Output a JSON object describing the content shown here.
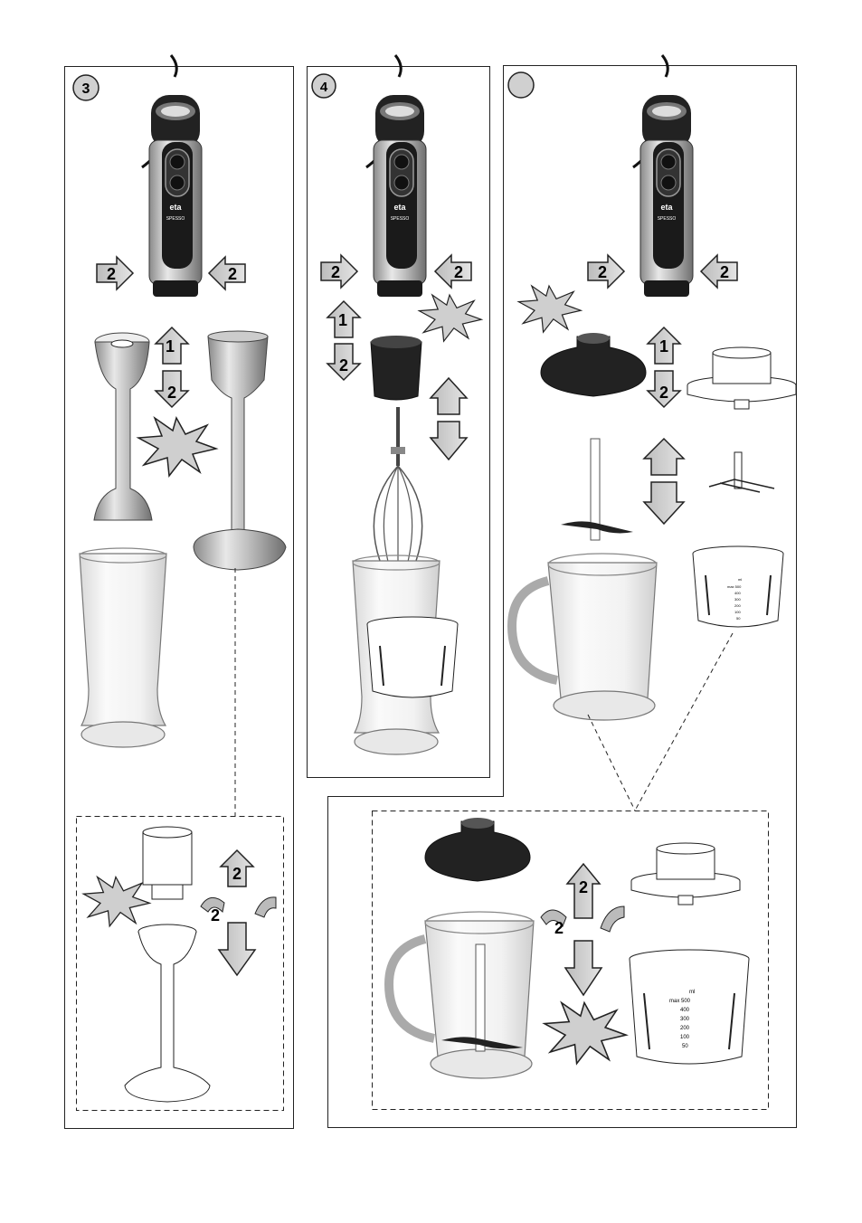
{
  "panels": {
    "p3": {
      "number": "3"
    },
    "p4": {
      "number": "4"
    },
    "p5": {
      "number": ""
    }
  },
  "arrows": {
    "one": "1",
    "two": "2"
  },
  "device": {
    "brand": "eta",
    "model": "SPESSO",
    "model_short": "SPESSO"
  },
  "container": {
    "scale_unit": "ml",
    "scale_marks": [
      "max 500",
      "400",
      "300",
      "200",
      "100",
      "50"
    ]
  },
  "icons": [
    "starburst-icon",
    "rotate-arrow-icon",
    "up-arrow-icon",
    "down-arrow-icon",
    "right-arrow-icon",
    "left-arrow-icon"
  ]
}
